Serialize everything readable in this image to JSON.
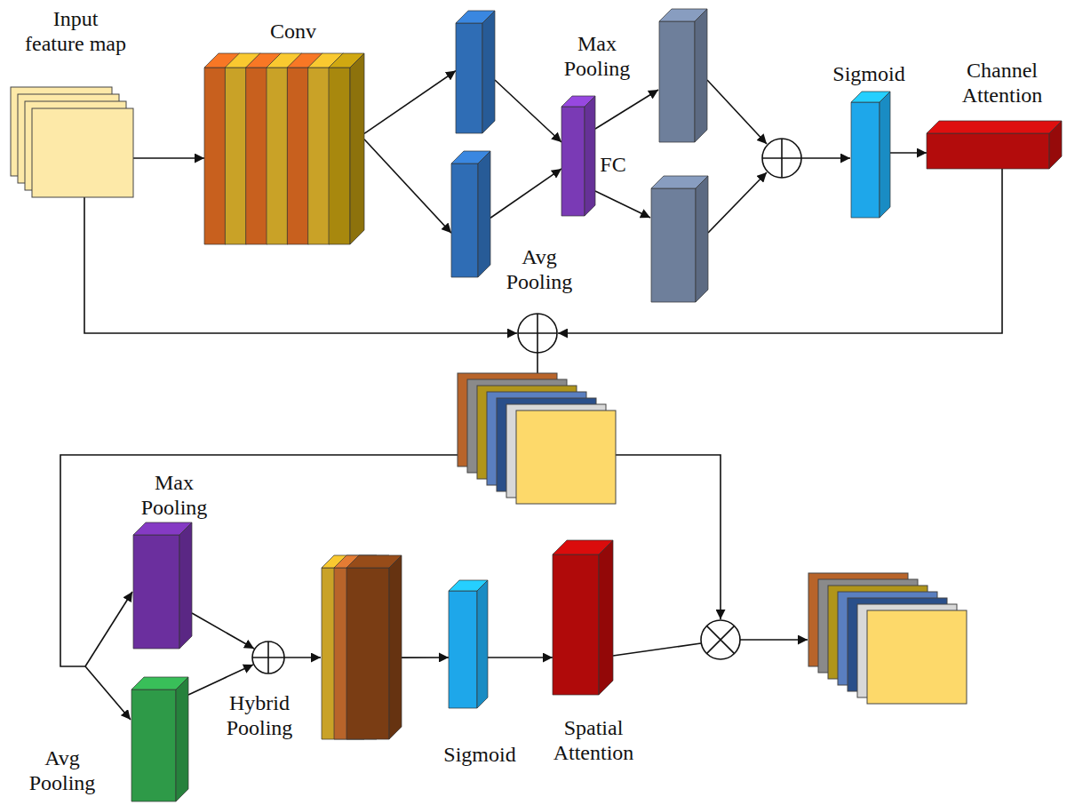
{
  "diagram": {
    "nodes": [
      {
        "text": [
          "Input feature map"
        ]
      },
      {
        "text": [
          "Conv"
        ]
      },
      {
        "text": [
          "Max Pooling"
        ]
      },
      {
        "text": [
          "Avg Pooling"
        ]
      },
      {
        "text": [
          "FC"
        ]
      },
      {
        "text": [
          "Sigmoid"
        ]
      },
      {
        "text": [
          "Channel Attention"
        ]
      },
      {
        "text": [
          "Max Pooling"
        ]
      },
      {
        "text": [
          "Avg Pooling"
        ]
      },
      {
        "text": [
          "Hybrid Pooling"
        ]
      },
      {
        "text": [
          "Sigmoid"
        ]
      },
      {
        "text": [
          "Spatial Attention"
        ]
      }
    ],
    "edges": [
      {
        "from": 0,
        "to": 1,
        "arrow": "to"
      },
      {
        "from": 1,
        "to": 2,
        "arrow": "to"
      },
      {
        "from": 1,
        "to": 3,
        "arrow": "to"
      },
      {
        "from": 2,
        "to": 4,
        "arrow": "to"
      },
      {
        "from": 3,
        "to": 4,
        "arrow": "to"
      },
      {
        "from": 5,
        "to": 6,
        "arrow": "to"
      },
      {
        "from": 9,
        "to": 10,
        "arrow": "to"
      },
      {
        "from": 10,
        "to": 11,
        "arrow": "to"
      }
    ]
  }
}
